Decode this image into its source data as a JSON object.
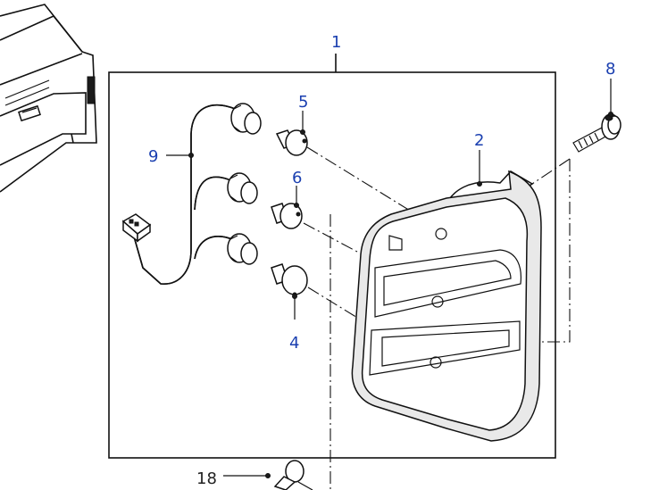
{
  "callouts": {
    "assembly": "1",
    "lens": "2",
    "bulb_lower": "4",
    "bulb_top": "5",
    "bulb_middle": "6",
    "screw": "8",
    "harness": "9",
    "bulb_extra": "18"
  }
}
